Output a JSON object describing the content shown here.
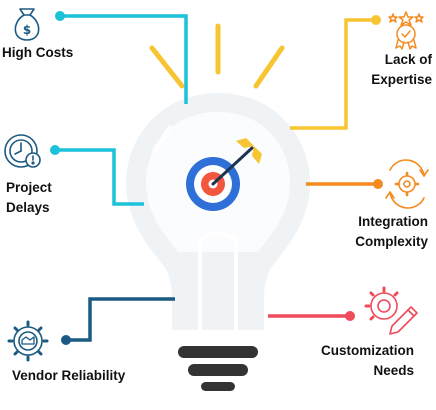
{
  "diagram": {
    "bulb_color": "#f0f3f6",
    "ray_color": "#f7c531",
    "items": [
      {
        "id": "high-costs",
        "lines": [
          "High Costs"
        ],
        "icon": "money-bag-icon",
        "color": "#1cc1da"
      },
      {
        "id": "project-delays",
        "lines": [
          "Project",
          "Delays"
        ],
        "icon": "clock-alert-icon",
        "color": "#1cc1da"
      },
      {
        "id": "vendor-reliability",
        "lines": [
          "Vendor Reliability"
        ],
        "icon": "gear-handshake-icon",
        "color": "#1b5a82"
      },
      {
        "id": "lack-of-expertise",
        "lines": [
          "Lack of",
          "Expertise"
        ],
        "icon": "award-badge-icon",
        "color": "#f7c531"
      },
      {
        "id": "integration-complexity",
        "lines": [
          "Integration",
          "Complexity"
        ],
        "icon": "gear-cycle-icon",
        "color": "#f58a1f"
      },
      {
        "id": "customization-needs",
        "lines": [
          "Customization",
          "Needs"
        ],
        "icon": "gear-pencil-icon",
        "color": "#ef4b5a"
      }
    ],
    "target_icon": "target-arrow-icon"
  }
}
